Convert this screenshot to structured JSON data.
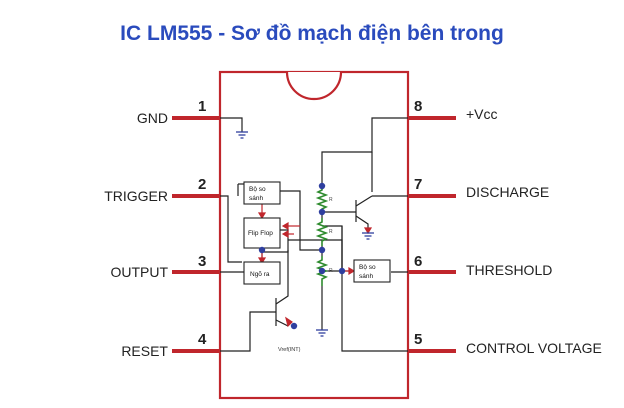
{
  "title": "IC LM555 - Sơ đồ mạch điện bên trong",
  "colors": {
    "title": "#2a4bbd",
    "chip_outline": "#c0262c",
    "pins": "#c0262c",
    "wires": "#222222",
    "nodes": "#2f3f9f",
    "resistors": "#2e8b2e",
    "arrows": "#c0262c"
  },
  "pins": [
    {
      "number": "1",
      "label": "GND"
    },
    {
      "number": "2",
      "label": "TRIGGER"
    },
    {
      "number": "3",
      "label": "OUTPUT"
    },
    {
      "number": "4",
      "label": "RESET"
    },
    {
      "number": "8",
      "label": "+Vcc"
    },
    {
      "number": "7",
      "label": "DISCHARGE"
    },
    {
      "number": "6",
      "label": "THRESHOLD"
    },
    {
      "number": "5",
      "label": "CONTROL VOLTAGE"
    }
  ],
  "blocks": {
    "comparator_top_l1": "Bộ so",
    "comparator_top_l2": "sánh",
    "flipflop": "Flip Flop",
    "output_stage": "Ngõ ra",
    "comparator_right_l1": "Bộ so",
    "comparator_right_l2": "sánh"
  },
  "resistor_labels": [
    "R",
    "R",
    "R"
  ],
  "vref_label": "Vref(INT)"
}
